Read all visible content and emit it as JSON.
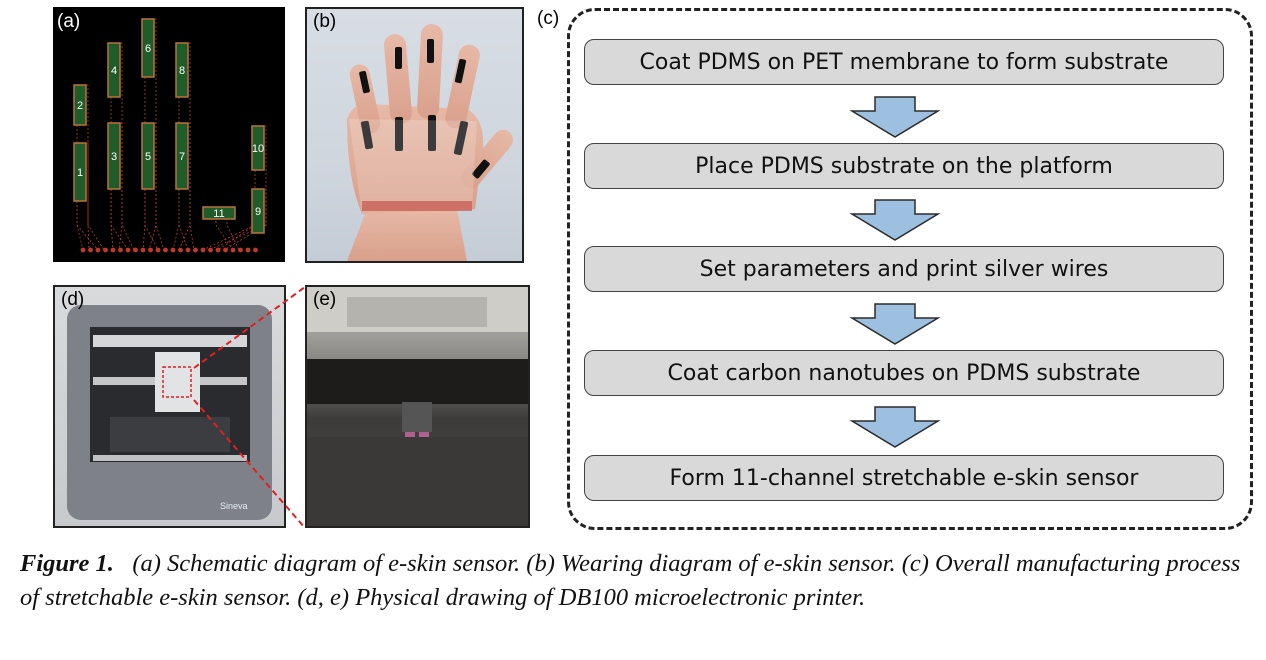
{
  "panels": {
    "a": {
      "label": "(a)",
      "channels": [
        "1",
        "2",
        "3",
        "4",
        "5",
        "6",
        "7",
        "8",
        "9",
        "10",
        "11"
      ]
    },
    "b": {
      "label": "(b)"
    },
    "c": {
      "label": "(c)"
    },
    "d": {
      "label": "(d)",
      "logo_text": "Sineva"
    },
    "e": {
      "label": "(e)"
    }
  },
  "flowchart": {
    "steps": [
      "Coat PDMS on PET membrane to form substrate",
      "Place PDMS substrate on the platform",
      "Set parameters and print silver wires",
      "Coat carbon nanotubes on PDMS substrate",
      "Form 11-channel stretchable e-skin sensor"
    ]
  },
  "caption": {
    "figure_label": "Figure 1.",
    "text": "(a) Schematic diagram of e-skin sensor. (b) Wearing diagram of e-skin sensor. (c) Overall manufacturing process of stretchable e-skin sensor. (d, e) Physical drawing of DB100 microelectronic printer."
  },
  "colors": {
    "sensor_green": "#1f5c2a",
    "sensor_cap": "#b8743a",
    "trace_red": "#c0392b",
    "arrow_fill": "#9dbfe0",
    "arrow_stroke": "#2b2b2b",
    "step_fill": "#d9d9d9",
    "zoom_line": "#e02020"
  }
}
